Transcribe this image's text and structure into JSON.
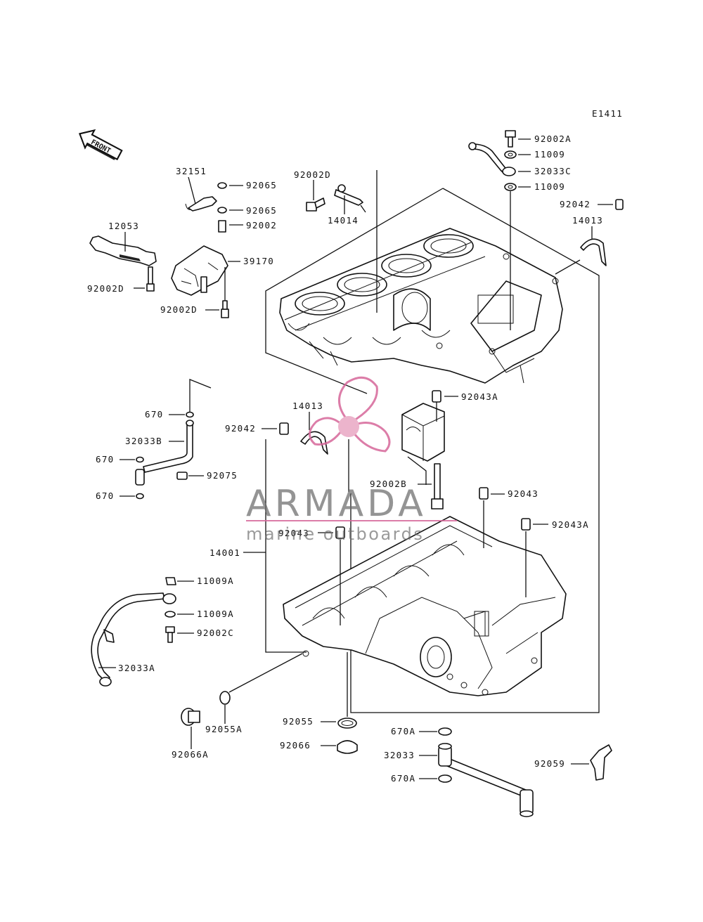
{
  "diagram": {
    "code": "E1411",
    "front_label": "FRONT",
    "watermark": {
      "brand": "ARMADA",
      "tagline": "marine outboards",
      "color": "#d6679a"
    },
    "parts": [
      {
        "id": "p-92002a",
        "label": "92002A"
      },
      {
        "id": "p-11009-top1",
        "label": "11009"
      },
      {
        "id": "p-32033c",
        "label": "32033C"
      },
      {
        "id": "p-11009-top2",
        "label": "11009"
      },
      {
        "id": "p-92042-top",
        "label": "92042"
      },
      {
        "id": "p-14013-top",
        "label": "14013"
      },
      {
        "id": "p-32151",
        "label": "32151"
      },
      {
        "id": "p-92065-a",
        "label": "92065"
      },
      {
        "id": "p-92065-b",
        "label": "92065"
      },
      {
        "id": "p-92002",
        "label": "92002"
      },
      {
        "id": "p-92002d-top",
        "label": "92002D"
      },
      {
        "id": "p-14014",
        "label": "14014"
      },
      {
        "id": "p-12053",
        "label": "12053"
      },
      {
        "id": "p-39170",
        "label": "39170"
      },
      {
        "id": "p-92002d-left",
        "label": "92002D"
      },
      {
        "id": "p-92002d-mid",
        "label": "92002D"
      },
      {
        "id": "p-670-a",
        "label": "670"
      },
      {
        "id": "p-32033b",
        "label": "32033B"
      },
      {
        "id": "p-670-b",
        "label": "670"
      },
      {
        "id": "p-92075",
        "label": "92075"
      },
      {
        "id": "p-670-c",
        "label": "670"
      },
      {
        "id": "p-14013-mid",
        "label": "14013"
      },
      {
        "id": "p-92042-mid",
        "label": "92042"
      },
      {
        "id": "p-92043a-top",
        "label": "92043A"
      },
      {
        "id": "p-92002b",
        "label": "92002B"
      },
      {
        "id": "p-92043-right",
        "label": "92043"
      },
      {
        "id": "p-92043a-right",
        "label": "92043A"
      },
      {
        "id": "p-92043-left",
        "label": "92043"
      },
      {
        "id": "p-14001",
        "label": "14001"
      },
      {
        "id": "p-11009a-1",
        "label": "11009A"
      },
      {
        "id": "p-11009a-2",
        "label": "11009A"
      },
      {
        "id": "p-92002c",
        "label": "92002C"
      },
      {
        "id": "p-32033a",
        "label": "32033A"
      },
      {
        "id": "p-92055a",
        "label": "92055A"
      },
      {
        "id": "p-92066a",
        "label": "92066A"
      },
      {
        "id": "p-92055",
        "label": "92055"
      },
      {
        "id": "p-92066",
        "label": "92066"
      },
      {
        "id": "p-670a-1",
        "label": "670A"
      },
      {
        "id": "p-32033",
        "label": "32033"
      },
      {
        "id": "p-670a-2",
        "label": "670A"
      },
      {
        "id": "p-92059",
        "label": "92059"
      }
    ]
  }
}
